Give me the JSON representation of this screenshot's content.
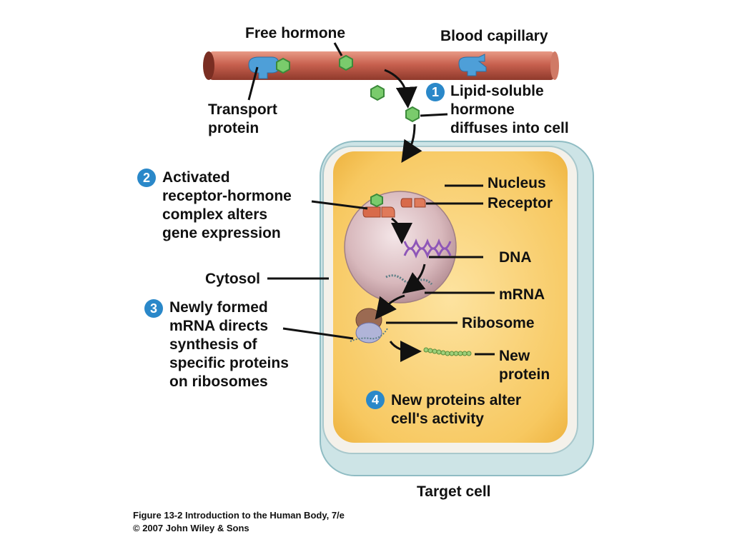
{
  "labels": {
    "free_hormone": "Free hormone",
    "blood_capillary": "Blood capillary",
    "transport_protein": "Transport\nprotein",
    "nucleus": "Nucleus",
    "receptor": "Receptor",
    "dna": "DNA",
    "mrna": "mRNA",
    "ribosome": "Ribosome",
    "new_protein": "New\nprotein",
    "cytosol": "Cytosol",
    "target_cell": "Target cell"
  },
  "steps": [
    {
      "number": "1",
      "text": "Lipid-soluble\nhormone\ndiffuses into cell"
    },
    {
      "number": "2",
      "text": "Activated\nreceptor-hormone\ncomplex alters\ngene expression"
    },
    {
      "number": "3",
      "text": "Newly formed\nmRNA directs\nsynthesis of\nspecific proteins\non ribosomes"
    },
    {
      "number": "4",
      "text": "New proteins alter\ncell's activity"
    }
  ],
  "caption": {
    "line1": "Figure 13-2  Introduction to the Human Body, 7/e",
    "line2": "© 2007 John Wiley & Sons"
  },
  "colors": {
    "capillary": "#c8614f",
    "cytosol": "#f7c860",
    "nucleus": "#d8b4b8",
    "hormone": "#5cb85c",
    "receptor": "#d86a4a",
    "badge": "#2a88c9"
  }
}
